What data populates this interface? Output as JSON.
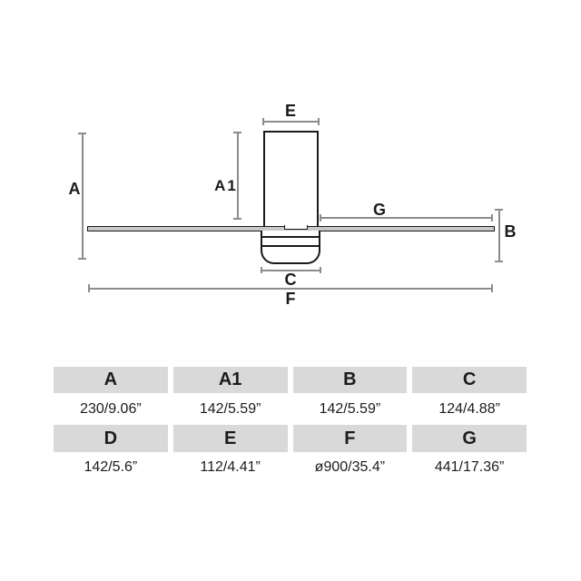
{
  "diagram": {
    "labels": {
      "a": "A",
      "a1": "A1",
      "b": "B",
      "c": "C",
      "e": "E",
      "f": "F",
      "g": "G"
    }
  },
  "table": {
    "rows": [
      {
        "headers": [
          "A",
          "A1",
          "B",
          "C"
        ],
        "values": [
          "230/9.06”",
          "142/5.59”",
          "142/5.59”",
          "124/4.88”"
        ]
      },
      {
        "headers": [
          "D",
          "E",
          "F",
          "G"
        ],
        "values": [
          "142/5.6”",
          "112/4.41”",
          "ø900/35.4”",
          "441/17.36”"
        ]
      }
    ]
  },
  "colors": {
    "outline": "#1a1a1a",
    "dimension_line": "#8c8c8c",
    "table_header_bg": "#d9d9d9",
    "blade_fill": "#c8c8c8"
  }
}
